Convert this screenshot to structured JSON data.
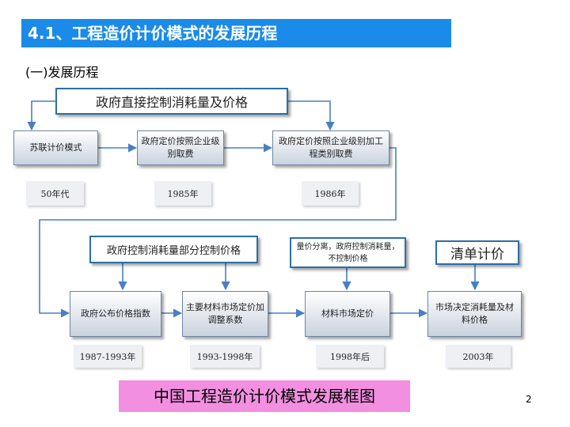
{
  "header": {
    "title": "4.1、工程造价计价模式的发展历程"
  },
  "section": {
    "label": "(一)发展历程"
  },
  "top_control": "政府直接控制消耗量及价格",
  "row1": [
    {
      "label": "苏联计价模式",
      "date": "50年代"
    },
    {
      "label": "政府定价按照企业级别取费",
      "date": "1985年"
    },
    {
      "label": "政府定价按照企业级别加工程类别取费",
      "date": "1986年"
    }
  ],
  "row2_controls": [
    "政府控制消耗量部分控制价格",
    "量价分离，政府控制消耗量，不控制价格",
    "清单计价"
  ],
  "row2": [
    {
      "label": "政府公布价格指数",
      "date": "1987-1993年"
    },
    {
      "label": "主要材料市场定价加调整系数",
      "date": "1993-1998年"
    },
    {
      "label": "材料市场定价",
      "date": "1998年后"
    },
    {
      "label": "市场决定消耗量及材料价格",
      "date": "2003年"
    }
  ],
  "caption": "中国工程造价计价模式发展框图",
  "page_number": "2"
}
